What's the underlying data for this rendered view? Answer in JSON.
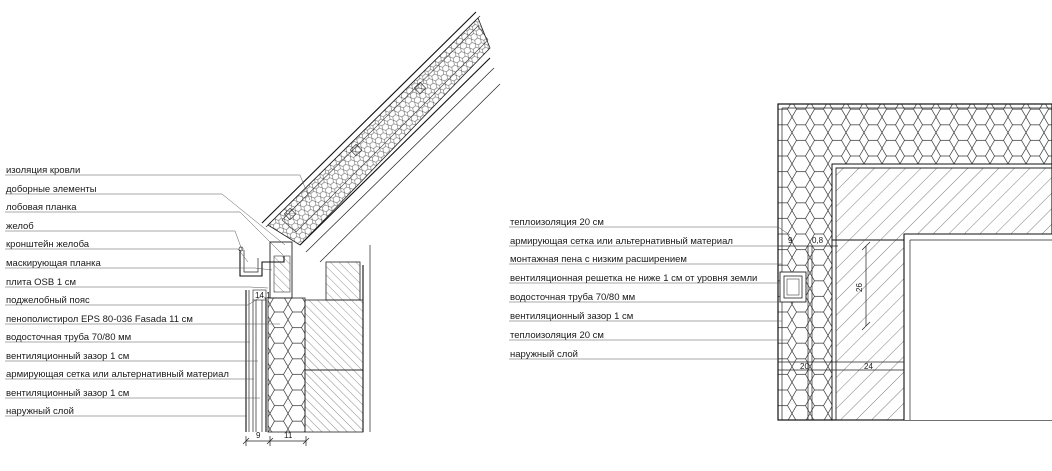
{
  "left_detail": {
    "labels": [
      "изоляция кровли",
      "доборные элементы",
      "лобовая планка",
      "желоб",
      "кронштейн желоба",
      "маскирующая планка",
      "плита OSB 1 см",
      "поджелобный пояс",
      "пенополистирол EPS 80-036 Fasada 11 см",
      "водосточная труба 70/80 мм",
      "вентиляционный зазор 1 см",
      "армирующая сетка или альтернативный материал",
      "вентиляционный зазор 1 см",
      "наружный слой"
    ],
    "dimensions": {
      "d1": "9",
      "d2": "11",
      "d3": "14,1"
    }
  },
  "right_detail": {
    "labels": [
      "теплоизоляция 20 см",
      "армирующая сетка или альтернативный материал",
      "монтажная пена с низким расширением",
      "вентиляционная решетка не ниже  1 см от уровня земли",
      "водосточная труба 70/80 мм",
      "вентиляционный зазор 1 см",
      "теплоизоляция 20 см",
      "наружный слой"
    ],
    "dimensions": {
      "d1": "9",
      "d2": "0,8",
      "d3": "20",
      "d4": "24",
      "d5": "26"
    }
  }
}
